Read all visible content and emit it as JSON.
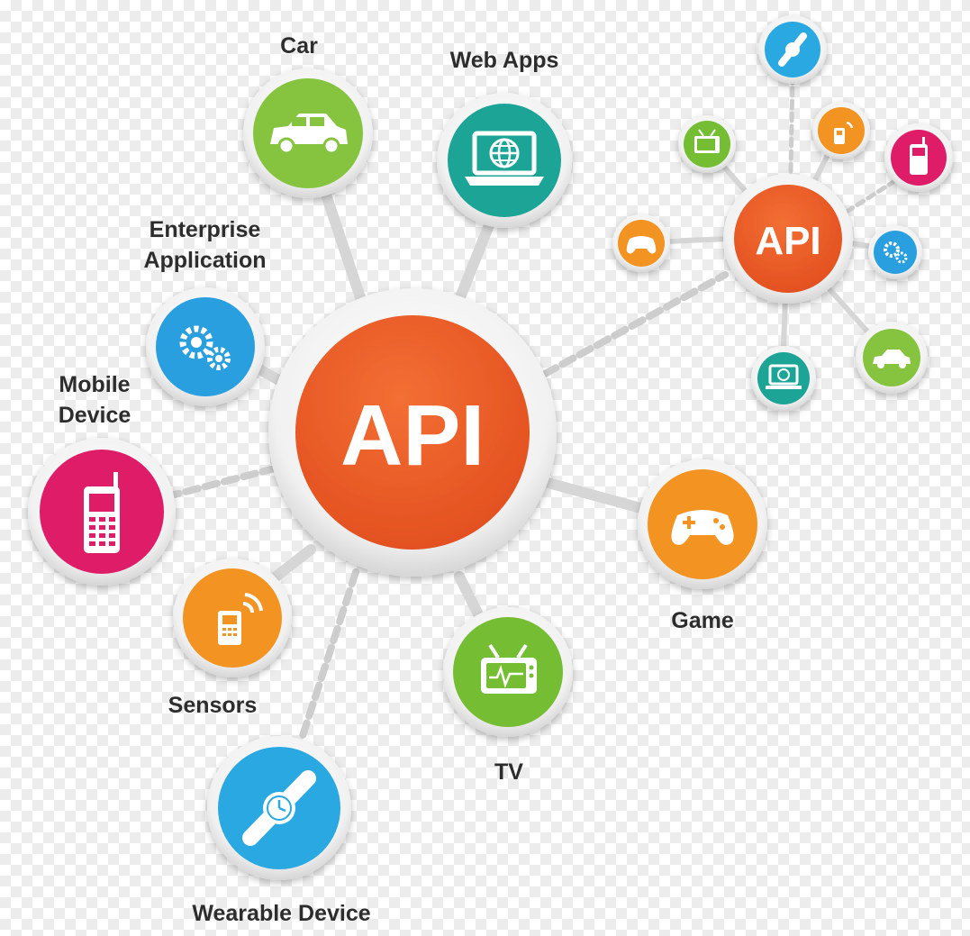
{
  "hub_main": {
    "label": "API",
    "color": "#ee5a2a"
  },
  "hub_secondary": {
    "label": "API",
    "color": "#ee5a2a"
  },
  "nodes": {
    "car": {
      "label": "Car",
      "color": "#86c440",
      "icon": "car-icon"
    },
    "web_apps": {
      "label": "Web Apps",
      "color": "#1aa596",
      "icon": "laptop-globe-icon"
    },
    "enterprise": {
      "label": "Enterprise Application",
      "color": "#2a9fe0",
      "icon": "gears-icon"
    },
    "mobile": {
      "label": "Mobile Device",
      "color": "#df1f68",
      "icon": "mobile-phone-icon"
    },
    "sensors": {
      "label": "Sensors",
      "color": "#f39320",
      "icon": "sensor-device-icon"
    },
    "wearable": {
      "label": "Wearable Device",
      "color": "#2aa8e2",
      "icon": "wristwatch-icon"
    },
    "tv": {
      "label": "TV",
      "color": "#75bd33",
      "icon": "tv-icon"
    },
    "game": {
      "label": "Game",
      "color": "#f39320",
      "icon": "gamepad-icon"
    }
  }
}
